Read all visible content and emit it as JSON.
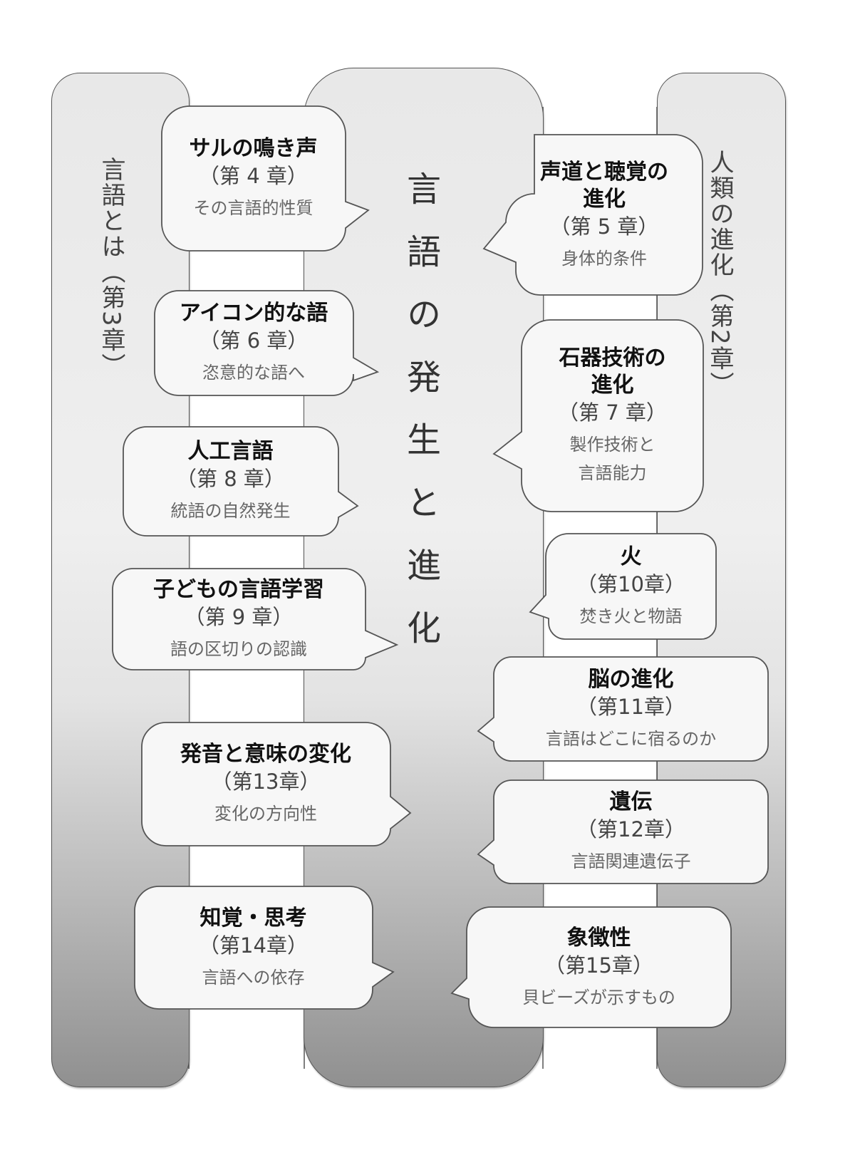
{
  "title": "言語の発生と進化",
  "left_column": {
    "label": "言語とは（第3章）"
  },
  "right_column": {
    "label": "人類の進化（第2章）"
  },
  "center_column": {
    "label": "言語の発生と進化"
  },
  "colors": {
    "column_top": "#e8e8e8",
    "column_bottom": "#909090",
    "balloon_fill": "#f7f7f7",
    "outline": "#555555",
    "title_text": "#111111",
    "chapter_text": "#444444",
    "sub_text": "#666666"
  },
  "balloons_left": [
    {
      "title": "サルの鳴き声",
      "chapter": "（第 4 章）",
      "subtitle": "その言語的性質"
    },
    {
      "title": "アイコン的な語",
      "chapter": "（第 6 章）",
      "subtitle": "恣意的な語へ"
    },
    {
      "title": "人工言語",
      "chapter": "（第 8 章）",
      "subtitle": "統語の自然発生"
    },
    {
      "title": "子どもの言語学習",
      "chapter": "（第 9 章）",
      "subtitle": "語の区切りの認識"
    },
    {
      "title": "発音と意味の変化",
      "chapter": "（第13章）",
      "subtitle": "変化の方向性"
    },
    {
      "title": "知覚・思考",
      "chapter": "（第14章）",
      "subtitle": "言語への依存"
    }
  ],
  "balloons_right": [
    {
      "title": "声道と聴覚の\n進化",
      "chapter": "（第 5 章）",
      "subtitle": "身体的条件"
    },
    {
      "title": "石器技術の\n進化",
      "chapter": "（第 7 章）",
      "subtitle": "製作技術と\n言語能力"
    },
    {
      "title": "火",
      "chapter": "（第10章）",
      "subtitle": "焚き火と物語"
    },
    {
      "title": "脳の進化",
      "chapter": "（第11章）",
      "subtitle": "言語はどこに宿るのか"
    },
    {
      "title": "遺伝",
      "chapter": "（第12章）",
      "subtitle": "言語関連遺伝子"
    },
    {
      "title": "象徴性",
      "chapter": "（第15章）",
      "subtitle": "貝ビーズが示すもの"
    }
  ]
}
